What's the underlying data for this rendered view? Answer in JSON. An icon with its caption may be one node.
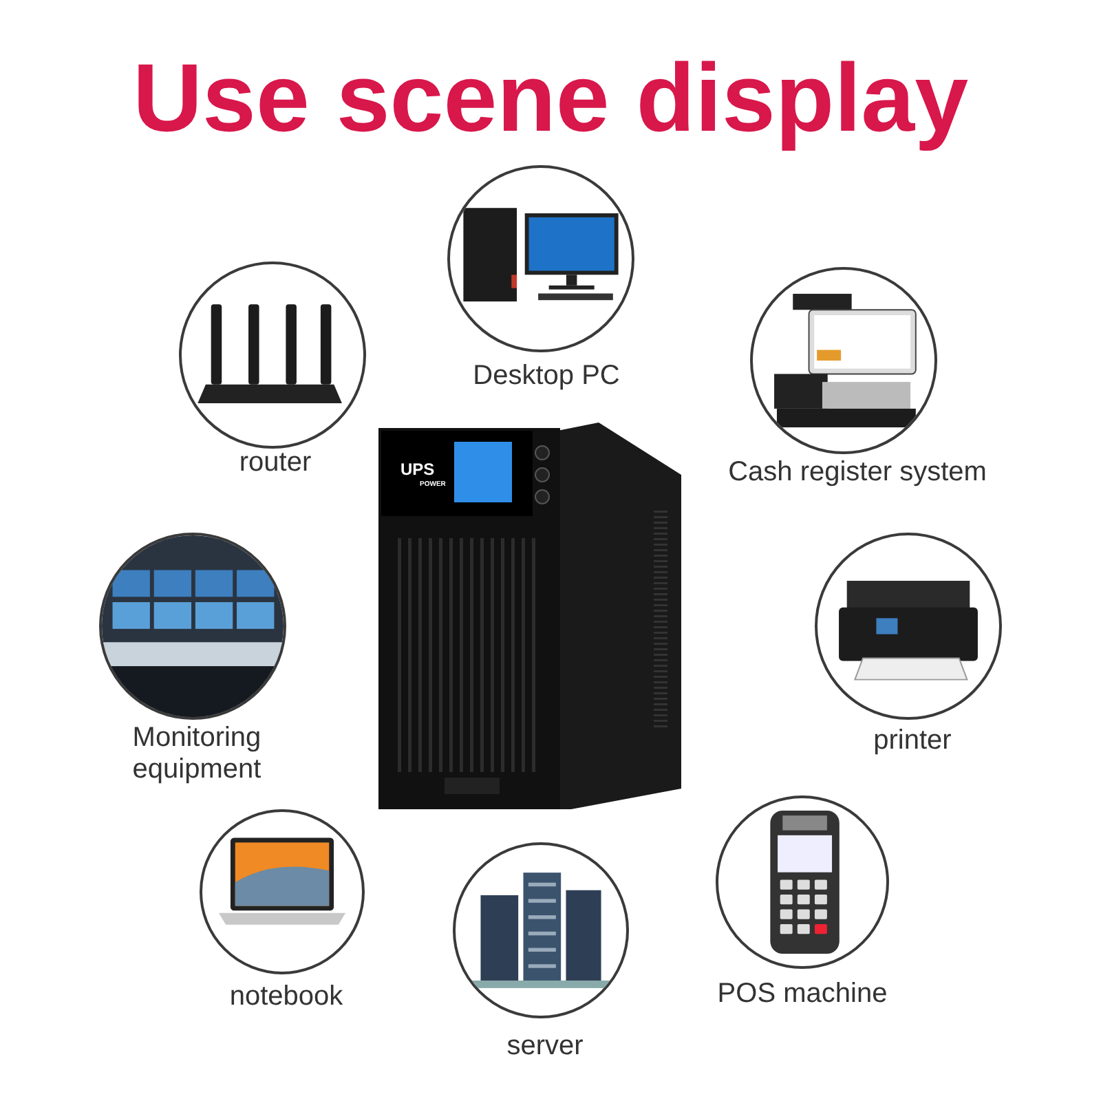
{
  "diagram": {
    "title": "Use scene display",
    "nodes": [
      {
        "text": [],
        "shape": "picture",
        "beside": [
          "Desktop PC"
        ]
      },
      {
        "text": [],
        "shape": "picture",
        "beside": [
          "router"
        ]
      },
      {
        "text": [],
        "shape": "picture",
        "beside": [
          "Cash register system"
        ]
      },
      {
        "text": [],
        "shape": "picture"
      },
      {
        "text": [],
        "shape": "picture",
        "beside": [
          "Monitoring equipment"
        ]
      },
      {
        "text": [],
        "shape": "picture",
        "beside": [
          "printer"
        ]
      },
      {
        "text": [],
        "shape": "picture",
        "beside": [
          "notebook"
        ]
      },
      {
        "text": [],
        "shape": "picture",
        "beside": [
          "POS machine"
        ]
      },
      {
        "text": [],
        "shape": "picture",
        "beside": [
          "server"
        ]
      }
    ],
    "edges": [],
    "labels": [
      "UPS",
      "POWER"
    ]
  }
}
